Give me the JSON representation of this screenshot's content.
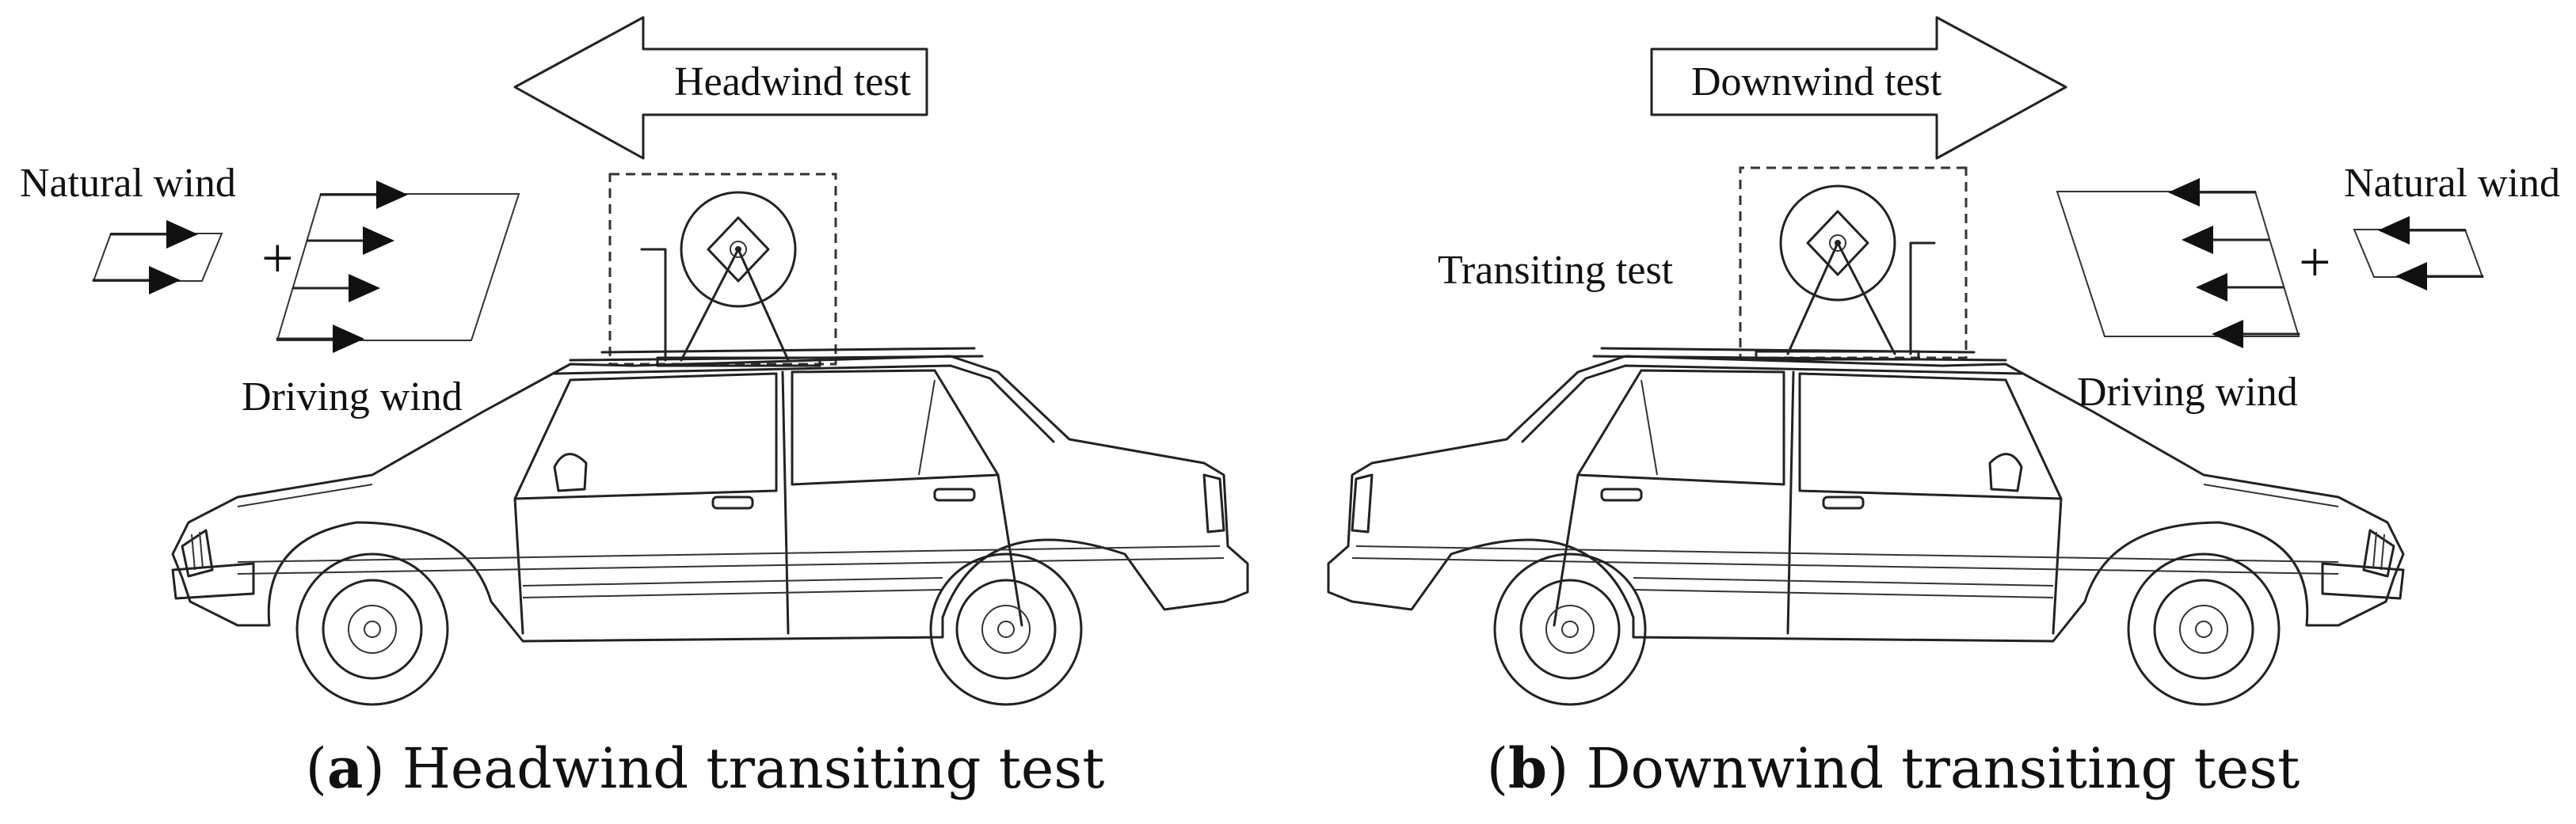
{
  "panels": [
    {
      "test_direction_label": "Headwind test",
      "natural_wind_label": "Natural wind",
      "driving_wind_label": "Driving wind",
      "caption_letter": "a",
      "caption_text": "Headwind transiting test"
    },
    {
      "test_direction_label": "Downwind test",
      "transiting_label": "Transiting test",
      "natural_wind_label": "Natural wind",
      "driving_wind_label": "Driving wind",
      "caption_letter": "b",
      "caption_text": "Downwind transiting test"
    }
  ],
  "symbols": {
    "plus": "+"
  },
  "punct": {
    "open": "(",
    "close": ")"
  }
}
